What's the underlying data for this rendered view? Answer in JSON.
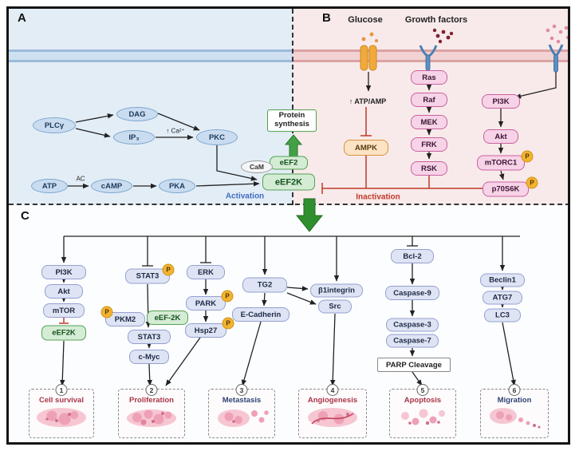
{
  "figure": {
    "panel_a_label": "A",
    "panel_b_label": "B",
    "panel_c_label": "C"
  },
  "panelA": {
    "nodes": {
      "plcg": "PLCγ",
      "dag": "DAG",
      "ip3": "IP₃",
      "pkc": "PKC",
      "atp": "ATP",
      "camp": "cAMP",
      "pka": "PKA",
      "cam": "CaM",
      "eef2": "eEF2",
      "eef2k": "eEF2K"
    },
    "texts": {
      "calcium": "↑ Ca²⁺",
      "ac": "AC",
      "protein_synthesis": "Protein synthesis",
      "activation": "Activation"
    }
  },
  "panelB": {
    "headers": {
      "glucose": "Glucose",
      "growth_factors": "Growth factors"
    },
    "texts": {
      "atp_amp": "↑ ATP/AMP",
      "inactivation": "Inactivation",
      "phospho": "P"
    },
    "nodes": {
      "ampk": "AMPK",
      "ras": "Ras",
      "raf": "Raf",
      "mek": "MEK",
      "frk": "FRK",
      "rsk": "RSK",
      "pi3k": "PI3K",
      "akt": "Akt",
      "mtorc1": "mTORC1",
      "p70s6k": "p70S6K"
    }
  },
  "panelC": {
    "nodes": {
      "pi3k": "PI3K",
      "akt": "Akt",
      "mtor": "mTOR",
      "eef2k": "eEF2K",
      "stat3_top": "STAT3",
      "pkm2": "PKM2",
      "eef2k_2": "eEF-2K",
      "stat3": "STAT3",
      "cmyc": "c-Myc",
      "erk": "ERK",
      "park": "PARK",
      "hsp27": "Hsp27",
      "tg2": "TG2",
      "ecadherin": "E-Cadherin",
      "b1integrin": "β1integrin",
      "src": "Src",
      "bcl2": "Bcl-2",
      "casp9": "Caspase-9",
      "casp3": "Caspase-3",
      "casp7": "Caspase-7",
      "parp": "PARP Cleavage",
      "beclin1": "Beclin1",
      "atg7": "ATG7",
      "lc3": "LC3"
    },
    "outcomes": [
      {
        "num": "1",
        "label": "Cell survival"
      },
      {
        "num": "2",
        "label": "Proliferation"
      },
      {
        "num": "3",
        "label": "Metastasis"
      },
      {
        "num": "4",
        "label": "Angiogenesis"
      },
      {
        "num": "5",
        "label": "Apoptosis"
      },
      {
        "num": "6",
        "label": "Migration"
      }
    ]
  },
  "colors": {
    "panel_a_bg": "#e3edf6",
    "panel_b_bg": "#f8eaea",
    "panel_c_bg": "#fbfdfe",
    "green_node": "#d4ecd4",
    "pink_node": "#f7d3e7",
    "lavender_node": "#dfe4f4",
    "orange_node": "#fbe3c3",
    "phospho_badge": "#f2b430",
    "activation_text": "#3f6ec0",
    "inhibition_red": "#c0392b",
    "big_arrow_green": "#2f8f2f"
  }
}
